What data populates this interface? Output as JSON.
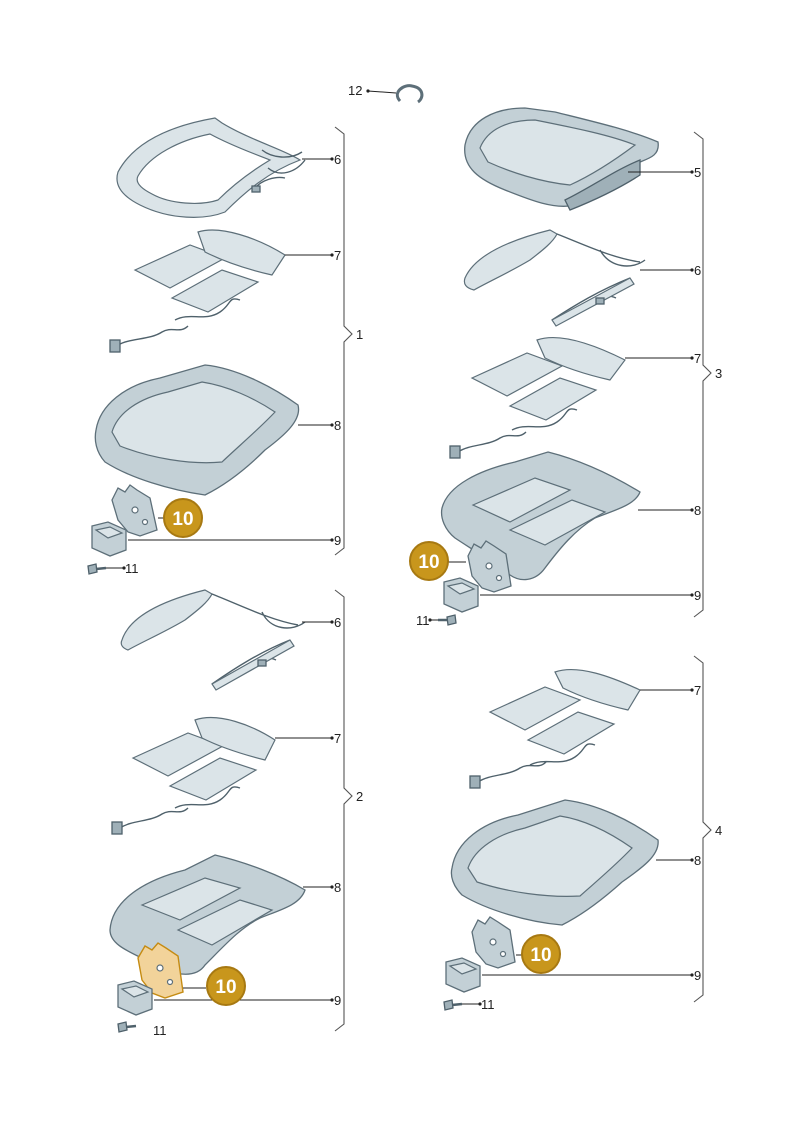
{
  "colors": {
    "badge": "#c8961c",
    "badge_border": "#a77912",
    "part_fill": "#c3d0d6",
    "part_stroke": "#5d6f79",
    "highlight_fill": "#f2d39a"
  },
  "labels": {
    "l12": "12",
    "g1": {
      "n6": "6",
      "n7": "7",
      "n8": "8",
      "n9": "9",
      "n11": "11",
      "group": "1",
      "badge": "10"
    },
    "g2": {
      "n6": "6",
      "n7": "7",
      "n8": "8",
      "n9": "9",
      "n11": "11",
      "group": "2",
      "badge": "10"
    },
    "g3": {
      "n5": "5",
      "n6": "6",
      "n7": "7",
      "n8": "8",
      "n9": "9",
      "n11": "11",
      "group": "3",
      "badge": "10"
    },
    "g4": {
      "n7": "7",
      "n8": "8",
      "n9": "9",
      "n11": "11",
      "group": "4",
      "badge": "10"
    }
  },
  "icons": [
    "retaining-clip-icon",
    "seat-frame-icon",
    "heating-mat-icon",
    "seat-cushion-icon",
    "seat-cover-icon",
    "bracket-icon",
    "control-unit-icon",
    "screw-icon"
  ]
}
